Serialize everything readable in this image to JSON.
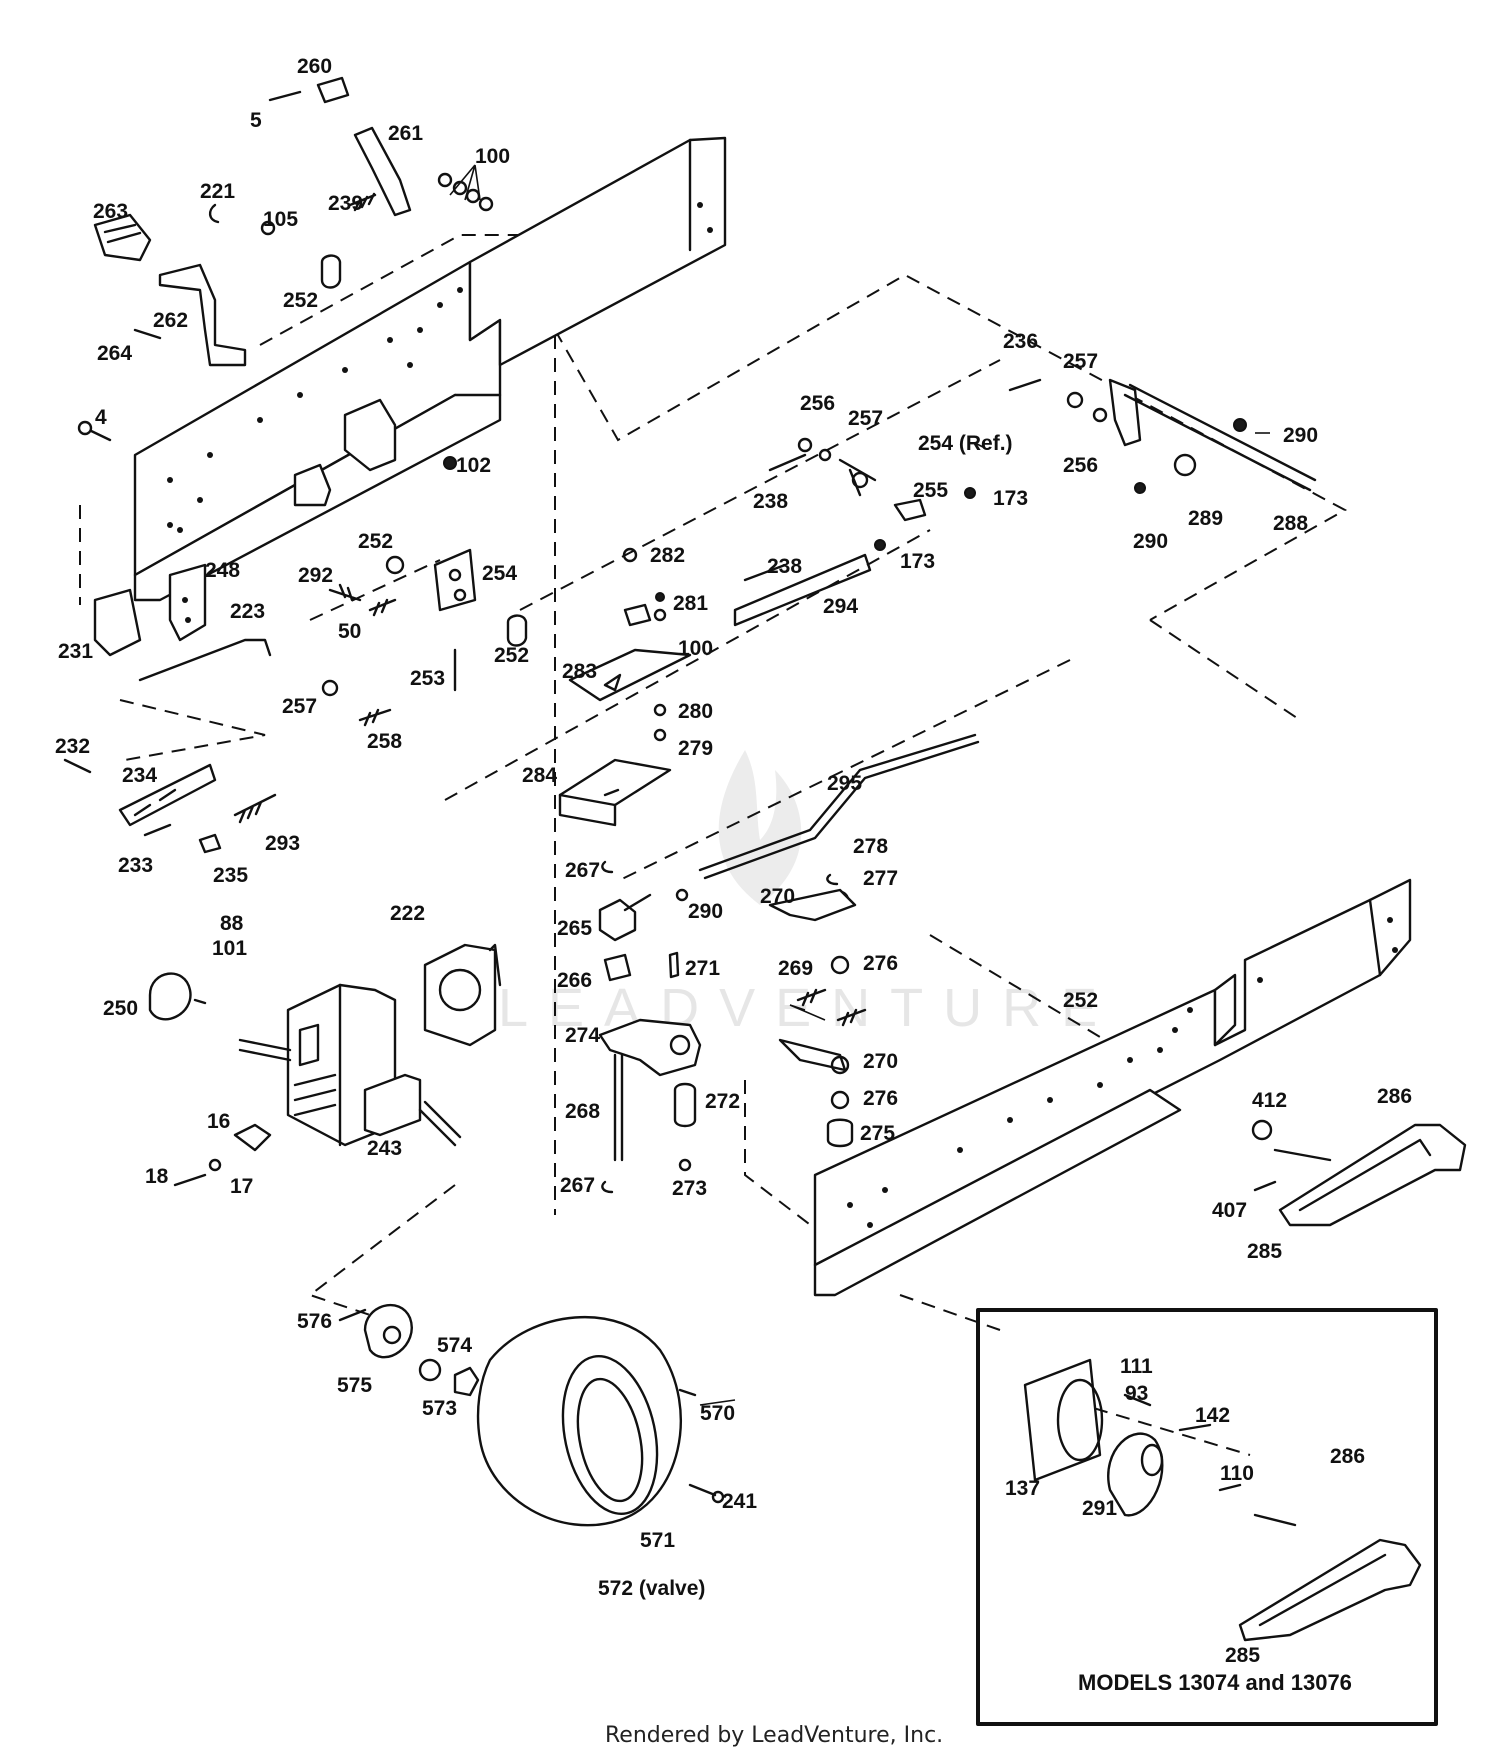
{
  "watermark": {
    "text": "LEADVENTURE"
  },
  "footer": {
    "text": "Rendered by LeadVenture, Inc."
  },
  "inset": {
    "title": "MODELS 13074 and 13076"
  },
  "callouts": [
    {
      "id": "c260",
      "label": "260"
    },
    {
      "id": "c5",
      "label": "5"
    },
    {
      "id": "c261",
      "label": "261"
    },
    {
      "id": "c100a",
      "label": "100"
    },
    {
      "id": "c221",
      "label": "221"
    },
    {
      "id": "c105",
      "label": "105"
    },
    {
      "id": "c239",
      "label": "239"
    },
    {
      "id": "c263",
      "label": "263"
    },
    {
      "id": "c252a",
      "label": "252"
    },
    {
      "id": "c262",
      "label": "262"
    },
    {
      "id": "c264",
      "label": "264"
    },
    {
      "id": "c4",
      "label": "4"
    },
    {
      "id": "c102",
      "label": "102"
    },
    {
      "id": "c248",
      "label": "248"
    },
    {
      "id": "c231",
      "label": "231"
    },
    {
      "id": "c252b",
      "label": "252"
    },
    {
      "id": "c292",
      "label": "292"
    },
    {
      "id": "c254a",
      "label": "254"
    },
    {
      "id": "c223",
      "label": "223"
    },
    {
      "id": "c50",
      "label": "50"
    },
    {
      "id": "c252c",
      "label": "252"
    },
    {
      "id": "c253",
      "label": "253"
    },
    {
      "id": "c257a",
      "label": "257"
    },
    {
      "id": "c258",
      "label": "258"
    },
    {
      "id": "c232",
      "label": "232"
    },
    {
      "id": "c234",
      "label": "234"
    },
    {
      "id": "c293",
      "label": "293"
    },
    {
      "id": "c233",
      "label": "233"
    },
    {
      "id": "c235",
      "label": "235"
    },
    {
      "id": "c236",
      "label": "236"
    },
    {
      "id": "c257b",
      "label": "257"
    },
    {
      "id": "c290a",
      "label": "290"
    },
    {
      "id": "c256a",
      "label": "256"
    },
    {
      "id": "c257c",
      "label": "257"
    },
    {
      "id": "c254ref",
      "label": "254 (Ref.)"
    },
    {
      "id": "c256b",
      "label": "256"
    },
    {
      "id": "c238a",
      "label": "238"
    },
    {
      "id": "c255",
      "label": "255"
    },
    {
      "id": "c173a",
      "label": "173"
    },
    {
      "id": "c290b",
      "label": "290"
    },
    {
      "id": "c289",
      "label": "289"
    },
    {
      "id": "c288",
      "label": "288"
    },
    {
      "id": "c282",
      "label": "282"
    },
    {
      "id": "c238b",
      "label": "238"
    },
    {
      "id": "c173b",
      "label": "173"
    },
    {
      "id": "c281",
      "label": "281"
    },
    {
      "id": "c100b",
      "label": "100"
    },
    {
      "id": "c294",
      "label": "294"
    },
    {
      "id": "c283",
      "label": "283"
    },
    {
      "id": "c280",
      "label": "280"
    },
    {
      "id": "c279",
      "label": "279"
    },
    {
      "id": "c284",
      "label": "284"
    },
    {
      "id": "c295",
      "label": "295"
    },
    {
      "id": "c278",
      "label": "278"
    },
    {
      "id": "c267a",
      "label": "267"
    },
    {
      "id": "c277",
      "label": "277"
    },
    {
      "id": "c270a",
      "label": "270"
    },
    {
      "id": "c290c",
      "label": "290"
    },
    {
      "id": "c265",
      "label": "265"
    },
    {
      "id": "c266",
      "label": "266"
    },
    {
      "id": "c271",
      "label": "271"
    },
    {
      "id": "c269",
      "label": "269"
    },
    {
      "id": "c276a",
      "label": "276"
    },
    {
      "id": "c274",
      "label": "274"
    },
    {
      "id": "c270b",
      "label": "270"
    },
    {
      "id": "c268",
      "label": "268"
    },
    {
      "id": "c272",
      "label": "272"
    },
    {
      "id": "c276b",
      "label": "276"
    },
    {
      "id": "c275",
      "label": "275"
    },
    {
      "id": "c267b",
      "label": "267"
    },
    {
      "id": "c273",
      "label": "273"
    },
    {
      "id": "c222",
      "label": "222"
    },
    {
      "id": "c88",
      "label": "88"
    },
    {
      "id": "c101",
      "label": "101"
    },
    {
      "id": "c250",
      "label": "250"
    },
    {
      "id": "c16",
      "label": "16"
    },
    {
      "id": "c243",
      "label": "243"
    },
    {
      "id": "c18",
      "label": "18"
    },
    {
      "id": "c17",
      "label": "17"
    },
    {
      "id": "c252d",
      "label": "252"
    },
    {
      "id": "c412",
      "label": "412"
    },
    {
      "id": "c286a",
      "label": "286"
    },
    {
      "id": "c407",
      "label": "407"
    },
    {
      "id": "c285a",
      "label": "285"
    },
    {
      "id": "c576",
      "label": "576"
    },
    {
      "id": "c574",
      "label": "574"
    },
    {
      "id": "c575",
      "label": "575"
    },
    {
      "id": "c573",
      "label": "573"
    },
    {
      "id": "c570",
      "label": "570"
    },
    {
      "id": "c241",
      "label": "241"
    },
    {
      "id": "c571",
      "label": "571"
    },
    {
      "id": "c572",
      "label": "572 (valve)"
    },
    {
      "id": "c111",
      "label": "111"
    },
    {
      "id": "c93",
      "label": "93"
    },
    {
      "id": "c142",
      "label": "142"
    },
    {
      "id": "c110",
      "label": "110"
    },
    {
      "id": "c137",
      "label": "137"
    },
    {
      "id": "c291",
      "label": "291"
    },
    {
      "id": "c286b",
      "label": "286"
    },
    {
      "id": "c285b",
      "label": "285"
    }
  ]
}
